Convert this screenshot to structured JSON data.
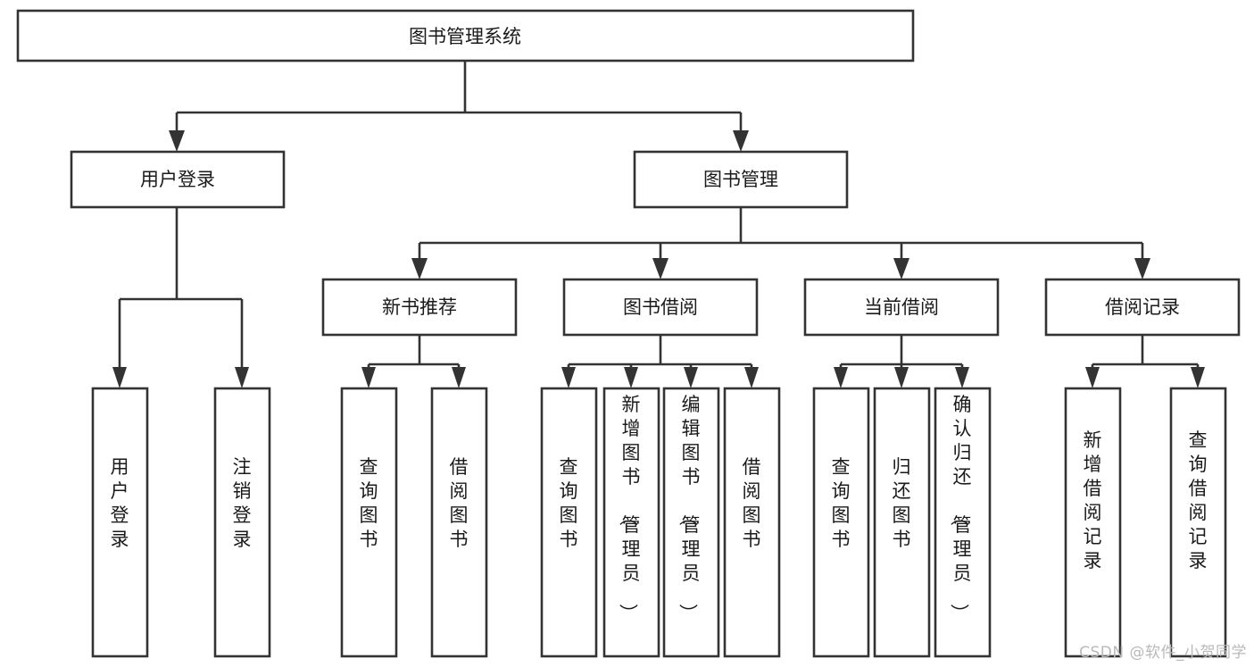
{
  "diagram": {
    "title": "图书管理系统",
    "type": "tree",
    "root": {
      "id": "root",
      "label": "图书管理系统",
      "orientation": "horizontal"
    },
    "level1": [
      {
        "id": "user-login",
        "label": "用户登录",
        "orientation": "horizontal"
      },
      {
        "id": "book-manage",
        "label": "图书管理",
        "orientation": "horizontal"
      }
    ],
    "level2": [
      {
        "id": "new-book-recommend",
        "label": "新书推荐",
        "parent": "book-manage",
        "orientation": "horizontal"
      },
      {
        "id": "book-borrow",
        "label": "图书借阅",
        "parent": "book-manage",
        "orientation": "horizontal"
      },
      {
        "id": "current-borrow",
        "label": "当前借阅",
        "parent": "book-manage",
        "orientation": "horizontal"
      },
      {
        "id": "borrow-record",
        "label": "借阅记录",
        "parent": "book-manage",
        "orientation": "horizontal"
      }
    ],
    "leaves": [
      {
        "id": "leaf-user-login",
        "label": "用户登录",
        "parent": "user-login",
        "orientation": "vertical"
      },
      {
        "id": "leaf-logout-login",
        "label": "注销登录",
        "parent": "user-login",
        "orientation": "vertical"
      },
      {
        "id": "leaf-query-book-1",
        "label": "查询图书",
        "parent": "new-book-recommend",
        "orientation": "vertical"
      },
      {
        "id": "leaf-borrow-book-1",
        "label": "借阅图书",
        "parent": "new-book-recommend",
        "orientation": "vertical"
      },
      {
        "id": "leaf-query-book-2",
        "label": "查询图书",
        "parent": "book-borrow",
        "orientation": "vertical"
      },
      {
        "id": "leaf-add-book",
        "label": "新增图书（管理员）",
        "parent": "book-borrow",
        "orientation": "vertical"
      },
      {
        "id": "leaf-edit-book",
        "label": "编辑图书（管理员）",
        "parent": "book-borrow",
        "orientation": "vertical"
      },
      {
        "id": "leaf-borrow-book-2",
        "label": "借阅图书",
        "parent": "book-borrow",
        "orientation": "vertical"
      },
      {
        "id": "leaf-query-book-3",
        "label": "查询图书",
        "parent": "current-borrow",
        "orientation": "vertical"
      },
      {
        "id": "leaf-return-book",
        "label": "归还图书",
        "parent": "current-borrow",
        "orientation": "vertical"
      },
      {
        "id": "leaf-confirm-return",
        "label": "确认归还（管理员）",
        "parent": "current-borrow",
        "orientation": "vertical"
      },
      {
        "id": "leaf-add-record",
        "label": "新增借阅记录",
        "parent": "borrow-record",
        "orientation": "vertical"
      },
      {
        "id": "leaf-query-record",
        "label": "查询借阅记录",
        "parent": "borrow-record",
        "orientation": "vertical"
      }
    ],
    "colors": {
      "stroke": "#333333",
      "fill": "#ffffff",
      "text": "#1a1a1a",
      "background": "#ffffff",
      "watermark": "#b9b9b9"
    }
  },
  "watermark": {
    "text": "CSDN @软件_小贺同学"
  }
}
